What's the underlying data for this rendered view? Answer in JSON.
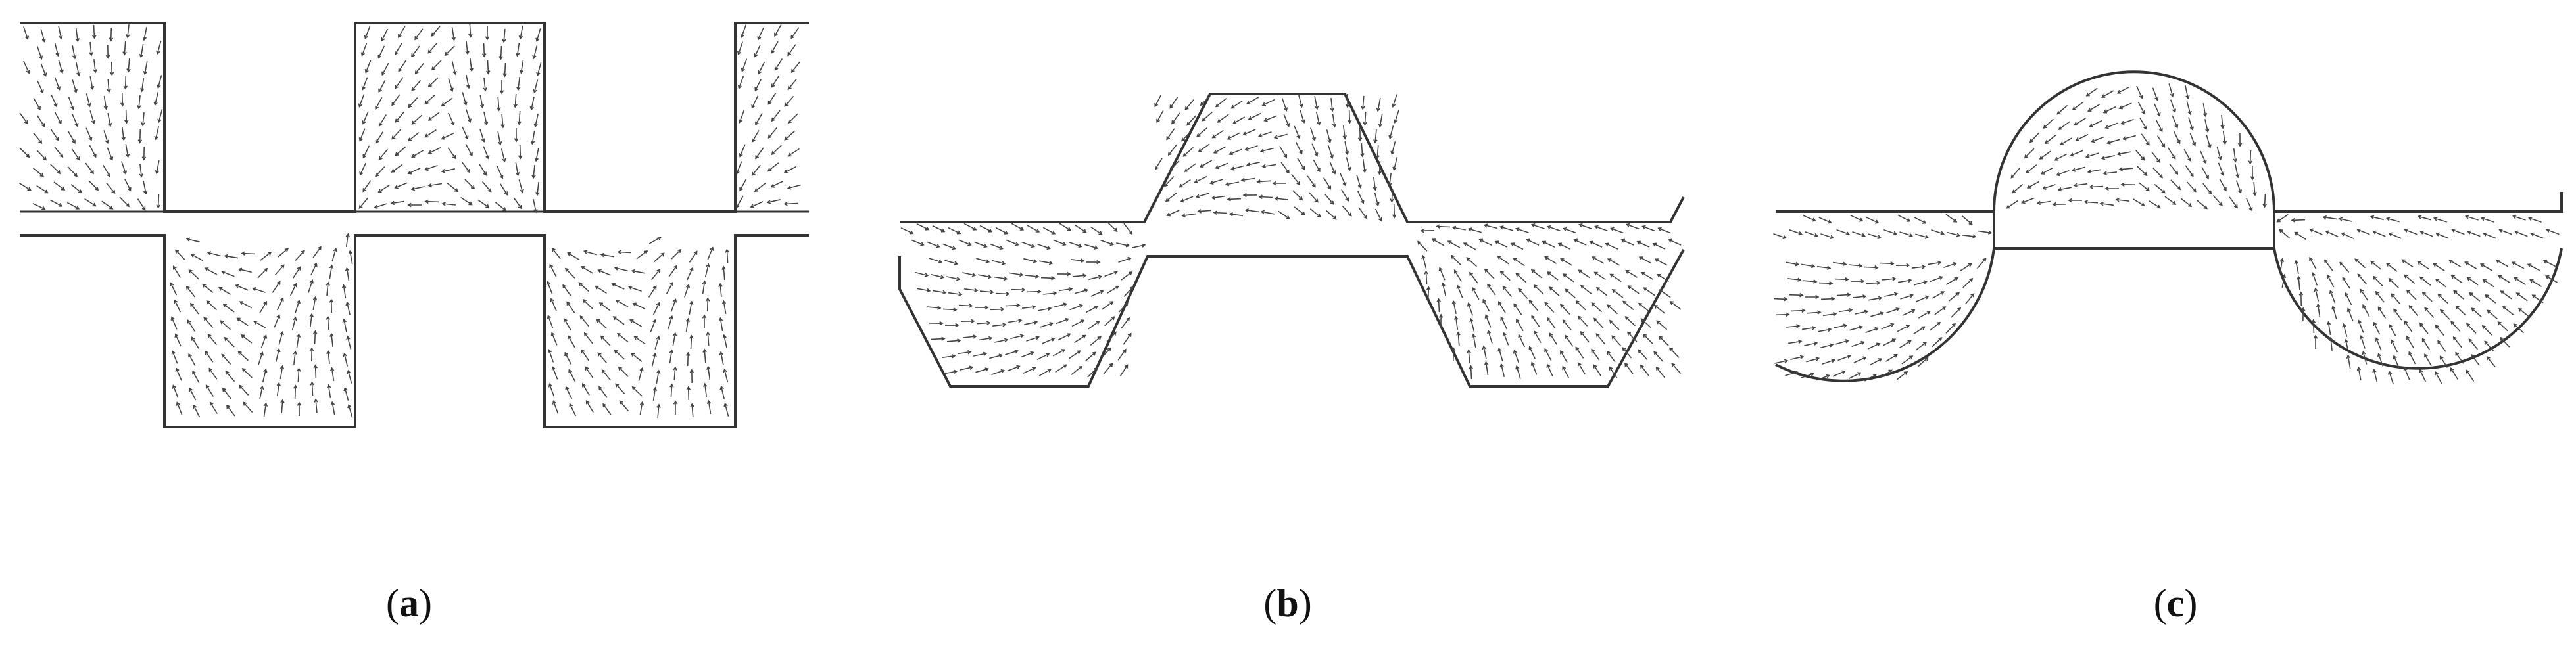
{
  "figure": {
    "panels": [
      {
        "id": "a",
        "label_open": "(",
        "label_letter": "a",
        "label_close": ")",
        "shape": "rectangular-slots"
      },
      {
        "id": "b",
        "label_open": "(",
        "label_letter": "b",
        "label_close": ")",
        "shape": "trapezoidal-slots"
      },
      {
        "id": "c",
        "label_open": "(",
        "label_letter": "c",
        "label_close": ")",
        "shape": "semicircular-slots"
      }
    ],
    "colors": {
      "background": "#ffffff",
      "outline": "#333333",
      "arrow": "#444444"
    }
  }
}
